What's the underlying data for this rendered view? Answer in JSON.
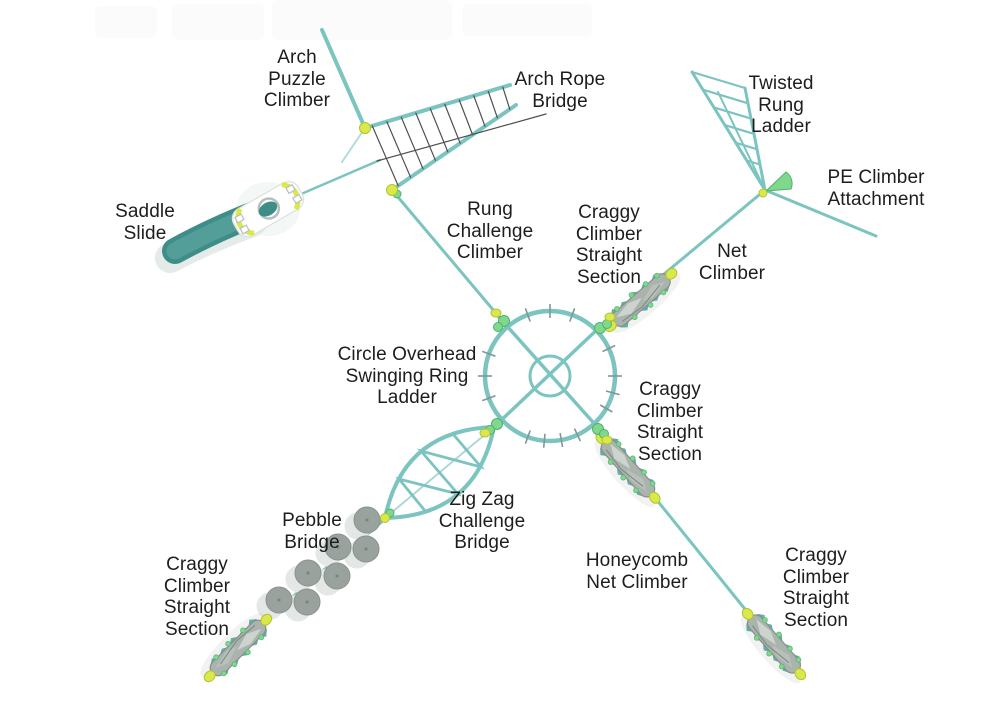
{
  "colors": {
    "teal": "#7cc4c0",
    "tealDark": "#5aa9a5",
    "slide": "#3f8d89",
    "slideInner": "#55a09b",
    "slideShadow": "#e4ebe9",
    "yellow": "#d9e84b",
    "yellowDark": "#b3c32c",
    "green": "#7ed98c",
    "greenDark": "#52b06e",
    "gray": "#aab3ae",
    "grayDark": "#879089",
    "grayLight": "#cdd4ce",
    "net": "#4f4f4f",
    "pebble": "#9aa29e",
    "pebbleShadow": "#e3e7e5",
    "ring": "#7e9896",
    "text": "#1d1d1d"
  },
  "labels": [
    {
      "id": "arch-puzzle-climber",
      "text": "Arch\nPuzzle\nClimber"
    },
    {
      "id": "arch-rope-bridge",
      "text": "Arch Rope\nBridge"
    },
    {
      "id": "twisted-rung-ladder",
      "text": "Twisted\nRung\nLadder"
    },
    {
      "id": "pe-climber-attachment",
      "text": "PE Climber\nAttachment"
    },
    {
      "id": "saddle-slide",
      "text": "Saddle\nSlide"
    },
    {
      "id": "rung-challenge-climber",
      "text": "Rung\nChallenge\nClimber"
    },
    {
      "id": "craggy-climber-ne",
      "text": "Craggy\nClimber\nStraight\nSection"
    },
    {
      "id": "net-climber",
      "text": "Net\nClimber"
    },
    {
      "id": "circle-overhead-ring-ladder",
      "text": "Circle Overhead\nSwinging Ring\nLadder"
    },
    {
      "id": "craggy-climber-right",
      "text": "Craggy\nClimber\nStraight\nSection"
    },
    {
      "id": "pebble-bridge",
      "text": "Pebble\nBridge"
    },
    {
      "id": "zig-zag-challenge-bridge",
      "text": "Zig Zag\nChallenge\nBridge"
    },
    {
      "id": "honeycomb-net-climber",
      "text": "Honeycomb\nNet Climber"
    },
    {
      "id": "craggy-climber-bottom-left",
      "text": "Craggy\nClimber\nStraight\nSection"
    },
    {
      "id": "craggy-climber-bottom-right",
      "text": "Craggy\nClimber\nStraight\nSection"
    }
  ]
}
